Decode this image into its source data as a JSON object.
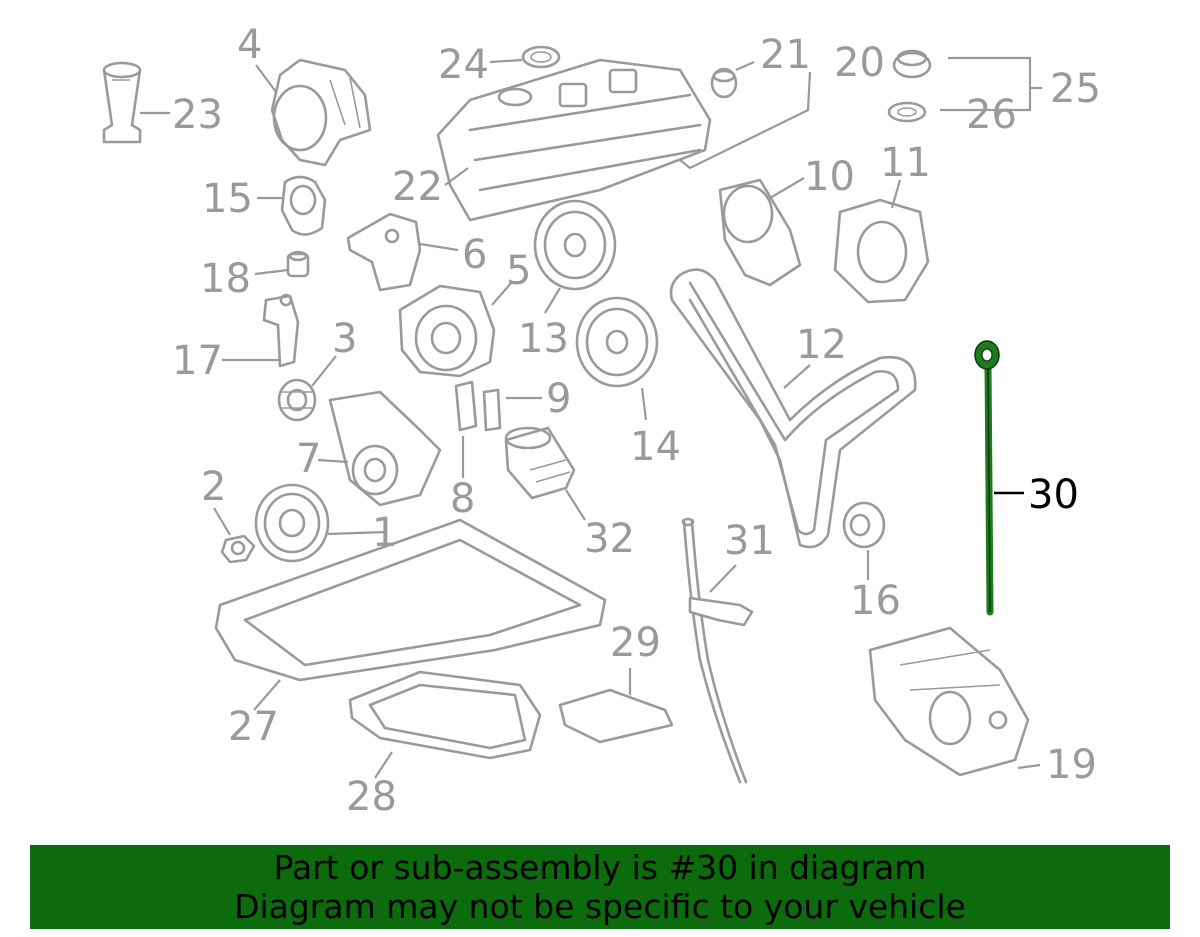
{
  "diagram": {
    "highlight_color": "#1f7a1f",
    "banner_color": "#0c6b0c",
    "callout_color": "#9a9a9a",
    "highlighted_part": "30",
    "callouts": [
      {
        "id": "c1",
        "label": "1"
      },
      {
        "id": "c2",
        "label": "2"
      },
      {
        "id": "c3",
        "label": "3"
      },
      {
        "id": "c4",
        "label": "4"
      },
      {
        "id": "c5",
        "label": "5"
      },
      {
        "id": "c6",
        "label": "6"
      },
      {
        "id": "c7",
        "label": "7"
      },
      {
        "id": "c8",
        "label": "8"
      },
      {
        "id": "c9",
        "label": "9"
      },
      {
        "id": "c10",
        "label": "10"
      },
      {
        "id": "c11",
        "label": "11"
      },
      {
        "id": "c12",
        "label": "12"
      },
      {
        "id": "c13",
        "label": "13"
      },
      {
        "id": "c14",
        "label": "14"
      },
      {
        "id": "c15",
        "label": "15"
      },
      {
        "id": "c16",
        "label": "16"
      },
      {
        "id": "c17",
        "label": "17"
      },
      {
        "id": "c18",
        "label": "18"
      },
      {
        "id": "c19",
        "label": "19"
      },
      {
        "id": "c20",
        "label": "20"
      },
      {
        "id": "c21",
        "label": "21"
      },
      {
        "id": "c22",
        "label": "22"
      },
      {
        "id": "c23",
        "label": "23"
      },
      {
        "id": "c24",
        "label": "24"
      },
      {
        "id": "c25",
        "label": "25"
      },
      {
        "id": "c26",
        "label": "26"
      },
      {
        "id": "c27",
        "label": "27"
      },
      {
        "id": "c28",
        "label": "28"
      },
      {
        "id": "c29",
        "label": "29"
      },
      {
        "id": "c30",
        "label": "30"
      },
      {
        "id": "c31",
        "label": "31"
      },
      {
        "id": "c32",
        "label": "32"
      }
    ]
  },
  "banner": {
    "line1": "Part or sub-assembly is #30 in diagram",
    "line2": "Diagram may not be specific to your vehicle"
  }
}
